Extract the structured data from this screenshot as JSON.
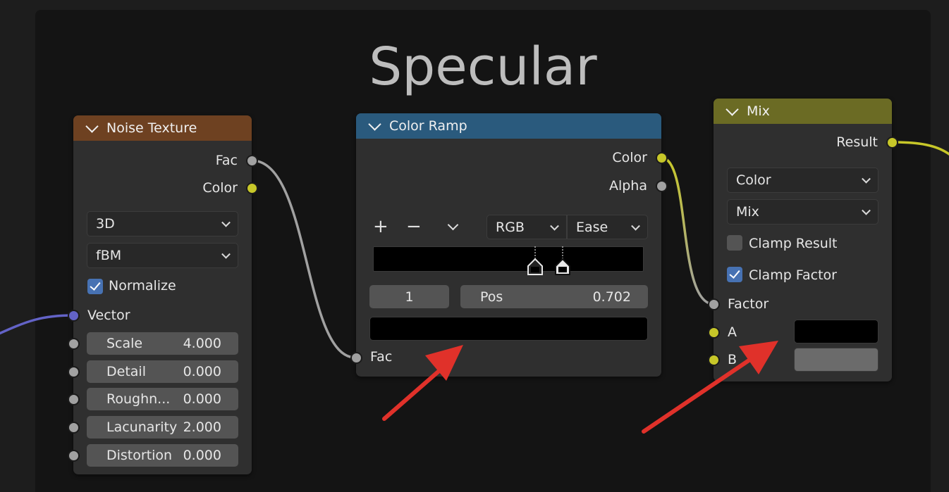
{
  "frame": {
    "title": "Specular"
  },
  "colors": {
    "noise_header": "#6e4121",
    "colorramp_header": "#2a5a7d",
    "mix_header": "#6b6b24",
    "socket_gray": "#a1a1a1",
    "socket_yellow": "#c7c729",
    "socket_purple": "#6363c7",
    "checkbox_on": "#4772b3",
    "annotation_arrow": "#e0312a"
  },
  "noise_texture": {
    "title": "Noise Texture",
    "outputs": [
      "Fac",
      "Color"
    ],
    "dimensions": "3D",
    "type": "fBM",
    "normalize_label": "Normalize",
    "normalize_checked": true,
    "vector_label": "Vector",
    "fields": [
      {
        "label": "Scale",
        "value": "4.000"
      },
      {
        "label": "Detail",
        "value": "0.000"
      },
      {
        "label": "Roughn...",
        "value": "0.000"
      },
      {
        "label": "Lacunarity",
        "value": "2.000"
      },
      {
        "label": "Distortion",
        "value": "0.000"
      }
    ]
  },
  "color_ramp": {
    "title": "Color Ramp",
    "outputs": [
      "Color",
      "Alpha"
    ],
    "add_icon": "+",
    "remove_icon": "−",
    "color_mode": "RGB",
    "interpolation": "Ease",
    "active_index": "1",
    "pos_label": "Pos",
    "pos_value": "0.702",
    "stop_positions": [
      0.702,
      0.705
    ],
    "input_label": "Fac",
    "active_stop_color": "#000000"
  },
  "mix": {
    "title": "Mix",
    "output": "Result",
    "data_type": "Color",
    "blend_mode": "Mix",
    "clamp_result_label": "Clamp Result",
    "clamp_result_checked": false,
    "clamp_factor_label": "Clamp Factor",
    "clamp_factor_checked": true,
    "factor_label": "Factor",
    "a_label": "A",
    "b_label": "B",
    "a_color": "#000000",
    "b_color": "#6b6b6b"
  }
}
